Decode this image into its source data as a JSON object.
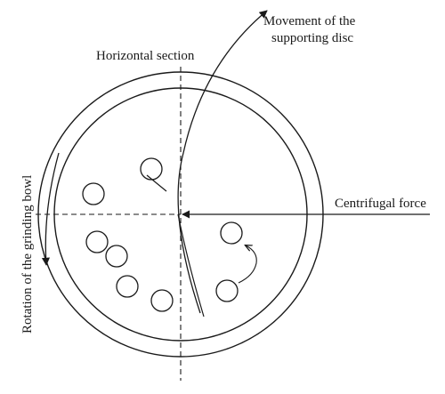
{
  "labels": {
    "movement_line1": "Movement of the",
    "movement_line2": "supporting disc",
    "horizontal_section": "Horizontal section",
    "centrifugal_force": "Centrifugal force",
    "rotation": "Rotation of the grinding bowl"
  },
  "colors": {
    "stroke": "#1a1a1a",
    "background": "#ffffff"
  }
}
